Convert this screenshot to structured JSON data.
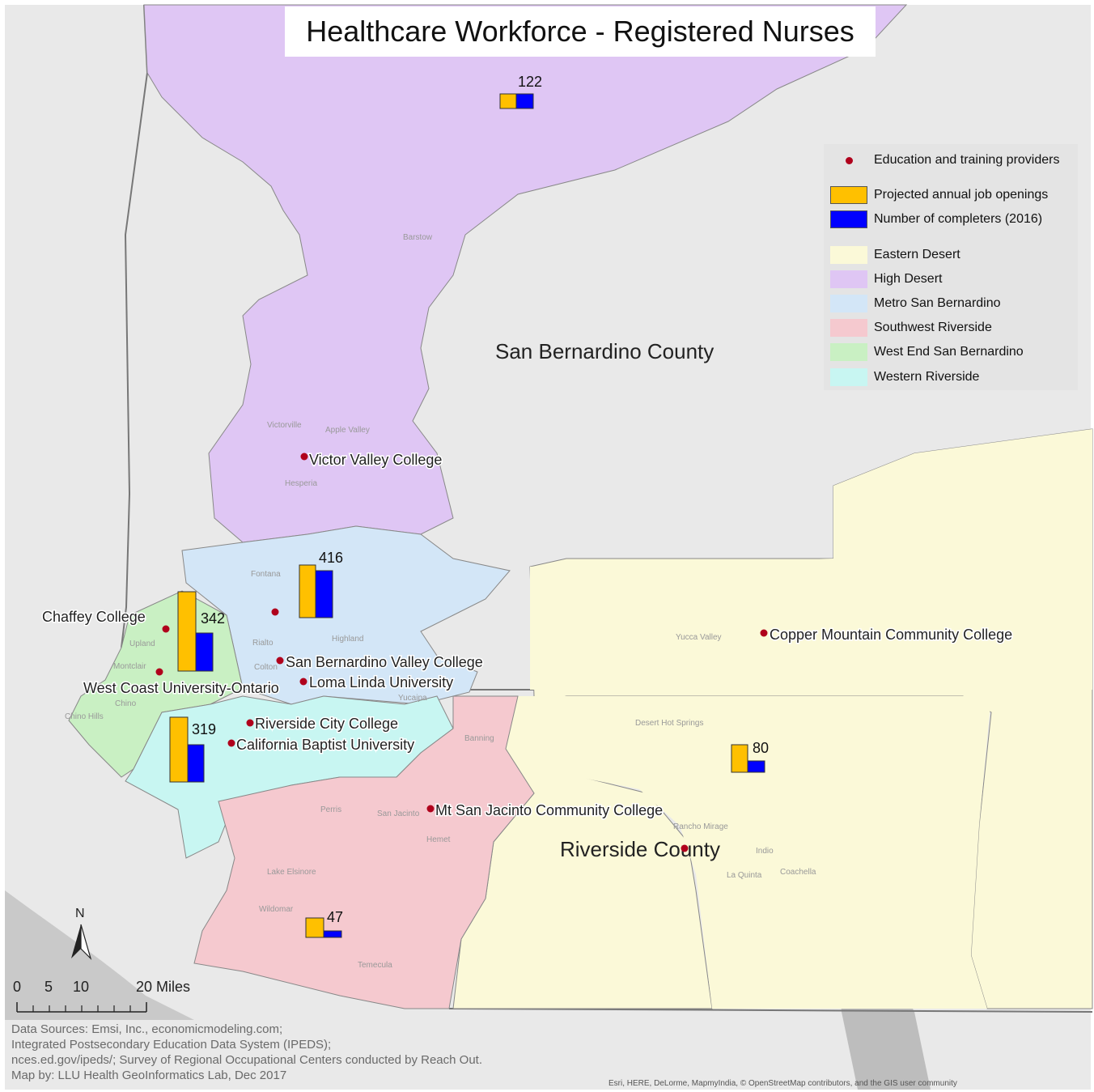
{
  "title": "Healthcare Workforce - Registered Nurses",
  "legend": {
    "providers": "Education and training providers",
    "openings": "Projected annual job openings",
    "completers": "Number of completers (2016)",
    "regions": [
      "Eastern Desert",
      "High Desert",
      "Metro San Bernardino",
      "Southwest Riverside",
      "West End San Bernardino",
      "Western Riverside"
    ]
  },
  "colors": {
    "eastern_desert": "#fbf9d8",
    "high_desert": "#dfc6f4",
    "metro_sb": "#d3e6f7",
    "southwest_riverside": "#f5c9cf",
    "west_end_sb": "#c9f0c3",
    "western_riverside": "#c8f6f2",
    "openings": "#ffc000",
    "completers": "#0000ff",
    "provider_dot": "#b0001c",
    "background": "#e8e8e8"
  },
  "counties": {
    "san_bernardino": "San Bernardino County",
    "riverside": "Riverside County"
  },
  "providers": [
    "Victor Valley College",
    "Chaffey College",
    "San Bernardino Valley College",
    "West Coast University-Ontario",
    "Loma Linda University",
    "Riverside City College",
    "California Baptist University",
    "Copper Mountain Community College",
    "Mt San Jacinto Community College"
  ],
  "bar_labels": {
    "high_desert": "122",
    "metro_sb": "416",
    "west_end": "342",
    "western_riverside": "319",
    "eastern_desert": "80",
    "southwest_riverside": "47"
  },
  "place_names": [
    "Hesperia",
    "Victorville",
    "Apple Valley",
    "Upland",
    "Montclair",
    "Rialto",
    "Colton",
    "Highland",
    "Yucaipa",
    "Chino",
    "Chino Hills",
    "Perris",
    "San Jacinto",
    "Hemet",
    "Lake Elsinore",
    "Wildomar",
    "Temecula",
    "Banning",
    "Yucca Valley",
    "Desert Hot Springs",
    "Rancho Mirage",
    "Indio",
    "La Quinta",
    "Coachella",
    "Barstow",
    "Fontana"
  ],
  "scale": {
    "north": "N",
    "ticks": [
      "0",
      "5",
      "10"
    ],
    "max": "20 Miles"
  },
  "notes": [
    "Data Sources: Emsi, Inc., economicmodeling.com;",
    "Integrated Postsecondary Education Data System (IPEDS);",
    "nces.ed.gov/ipeds/; Survey of Regional Occupational Centers conducted by Reach Out.",
    "Map by: LLU Health GeoInformatics Lab, Dec 2017"
  ],
  "attribution": "Esri, HERE, DeLorme, MapmyIndia, © OpenStreetMap contributors, and the GIS user community"
}
